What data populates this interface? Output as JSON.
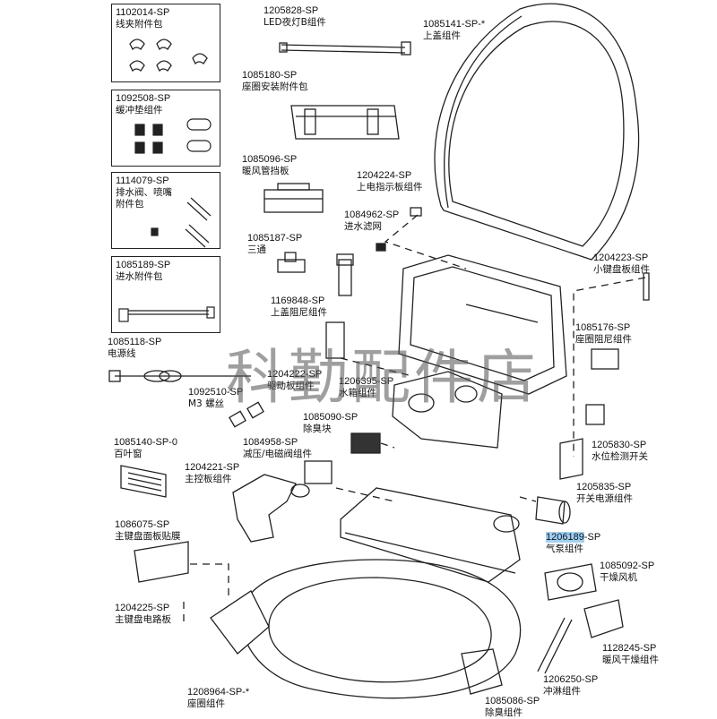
{
  "diagram": {
    "title": "Smart toilet seat exploded parts diagram",
    "watermark": "科勤配件店",
    "kits": [
      {
        "part_no": "1102014-SP",
        "name": "线夹附件包"
      },
      {
        "part_no": "1092508-SP",
        "name": "缓冲垫组件"
      },
      {
        "part_no": "1114079-SP",
        "name": "排水阀、喷嘴",
        "name2": "附件包"
      },
      {
        "part_no": "1085189-SP",
        "name": "进水附件包"
      }
    ],
    "parts": [
      {
        "part_no": "1205828-SP",
        "name": "LED夜灯B组件"
      },
      {
        "part_no": "1085141-SP-*",
        "name": "上盖组件"
      },
      {
        "part_no": "1085180-SP",
        "name": "座圈安装附件包"
      },
      {
        "part_no": "1085096-SP",
        "name": "暖风管挡板"
      },
      {
        "part_no": "1204224-SP",
        "name": "上电指示板组件"
      },
      {
        "part_no": "1084962-SP",
        "name": "进水滤网"
      },
      {
        "part_no": "1085187-SP",
        "name": "三通"
      },
      {
        "part_no": "1204223-SP",
        "name": "小键盘板组件"
      },
      {
        "part_no": "1169848-SP",
        "name": "上盖阻尼组件"
      },
      {
        "part_no": "1085176-SP",
        "name": "座圈阻尼组件"
      },
      {
        "part_no": "1085118-SP",
        "name": "电源线"
      },
      {
        "part_no": "1204222-SP",
        "name": "驱动板组件"
      },
      {
        "part_no": "1206395-SP",
        "name": "水箱组件"
      },
      {
        "part_no": "1092510-SP",
        "name": "M3 螺丝"
      },
      {
        "part_no": "1085090-SP",
        "name": "除臭块"
      },
      {
        "part_no": "1205830-SP",
        "name": "水位检测开关"
      },
      {
        "part_no": "1085140-SP-0",
        "name": "百叶窗"
      },
      {
        "part_no": "1084958-SP",
        "name": "减压/电磁阀组件"
      },
      {
        "part_no": "1204221-SP",
        "name": "主控板组件"
      },
      {
        "part_no": "1205835-SP",
        "name": "开关电源组件"
      },
      {
        "part_no_selected": "1206189",
        "part_no_rest": "-SP",
        "name": "气泵组件"
      },
      {
        "part_no": "1086075-SP",
        "name": "主键盘面板贴膜"
      },
      {
        "part_no": "1085092-SP",
        "name": "干燥风机"
      },
      {
        "part_no": "1204225-SP",
        "name": "主键盘电路板"
      },
      {
        "part_no": "1128245-SP",
        "name": "暖风干燥组件"
      },
      {
        "part_no": "1206250-SP",
        "name": "冲淋组件"
      },
      {
        "part_no": "1208964-SP-*",
        "name": "座圈组件"
      },
      {
        "part_no": "1085086-SP",
        "name": "除臭组件"
      }
    ]
  }
}
